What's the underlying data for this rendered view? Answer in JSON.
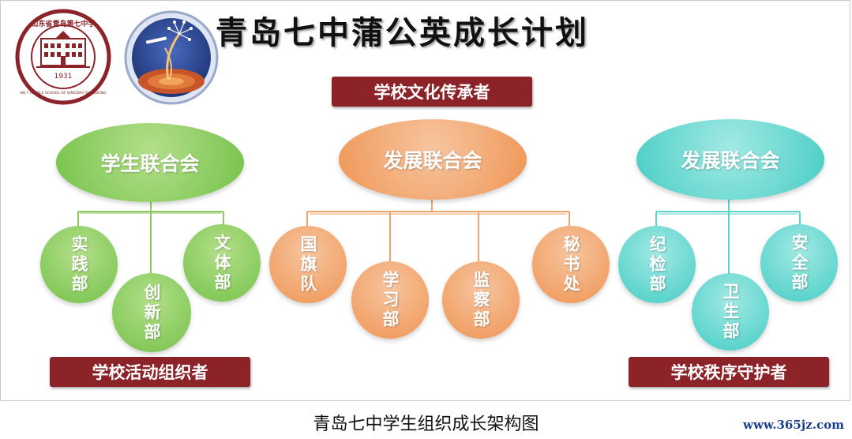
{
  "title": "青岛七中蒲公英成长计划",
  "logos": [
    {
      "name": "school-seal",
      "text_top": "山东省青岛第七中学",
      "year": "1931",
      "text_bottom": "NO.7 MIDDLE SCHOOL OF QINGDAO SHANDONG",
      "color": "#8b2328"
    },
    {
      "name": "dandelion-emblem",
      "color": "#2d4a8f"
    }
  ],
  "banners": {
    "culture": "学校文化传承者",
    "activity": "学校活动组织者",
    "order": "学校秩序守护者"
  },
  "groups": [
    {
      "label": "学生联合会",
      "color": "#74c24a",
      "children": [
        "实践部",
        "创新部",
        "文体部"
      ]
    },
    {
      "label": "发展联合会",
      "color": "#ef9553",
      "children": [
        "国旗队",
        "学习部",
        "监察部",
        "秘书处"
      ]
    },
    {
      "label": "发展联合会",
      "color": "#46cdc4",
      "children": [
        "纪检部",
        "卫生部",
        "安全部"
      ]
    }
  ],
  "caption": "青岛七中学生组织成长架构图",
  "watermark": "www.365jz.com"
}
